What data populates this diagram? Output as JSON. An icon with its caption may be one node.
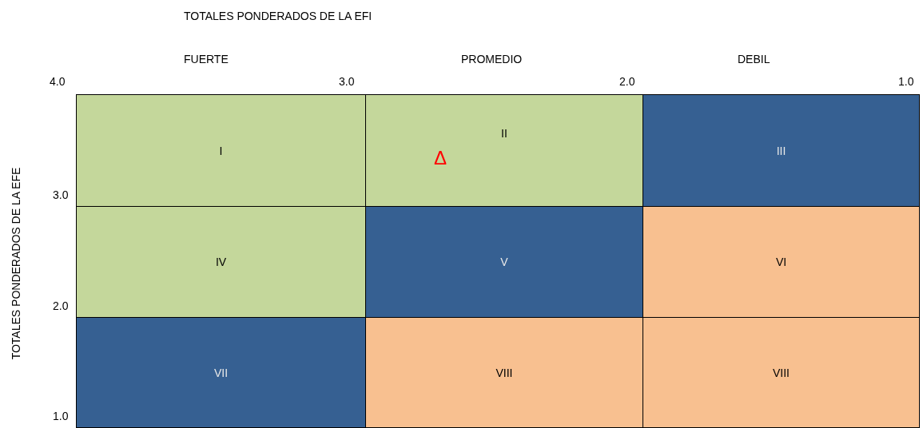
{
  "diagram": {
    "title": "TOTALES PONDERADOS DE LA EFI",
    "nodes": [
      {
        "text": [
          "I"
        ]
      },
      {
        "text": [
          "II"
        ]
      },
      {
        "text": [
          "III"
        ]
      },
      {
        "text": [
          "IV"
        ]
      },
      {
        "text": [
          "V"
        ]
      },
      {
        "text": [
          "VI"
        ]
      },
      {
        "text": [
          "VII"
        ]
      },
      {
        "text": [
          "VIII"
        ]
      },
      {
        "text": [
          "VIII"
        ]
      }
    ],
    "edges": [],
    "labels": [
      "FUERTE",
      "PROMEDIO",
      "DEBIL",
      "4.0",
      "3.0",
      "2.0",
      "1.0",
      "TOTALES PONDERADOS DE LA EFE",
      "Δ",
      "3.0",
      "2.0",
      "1.0"
    ]
  }
}
